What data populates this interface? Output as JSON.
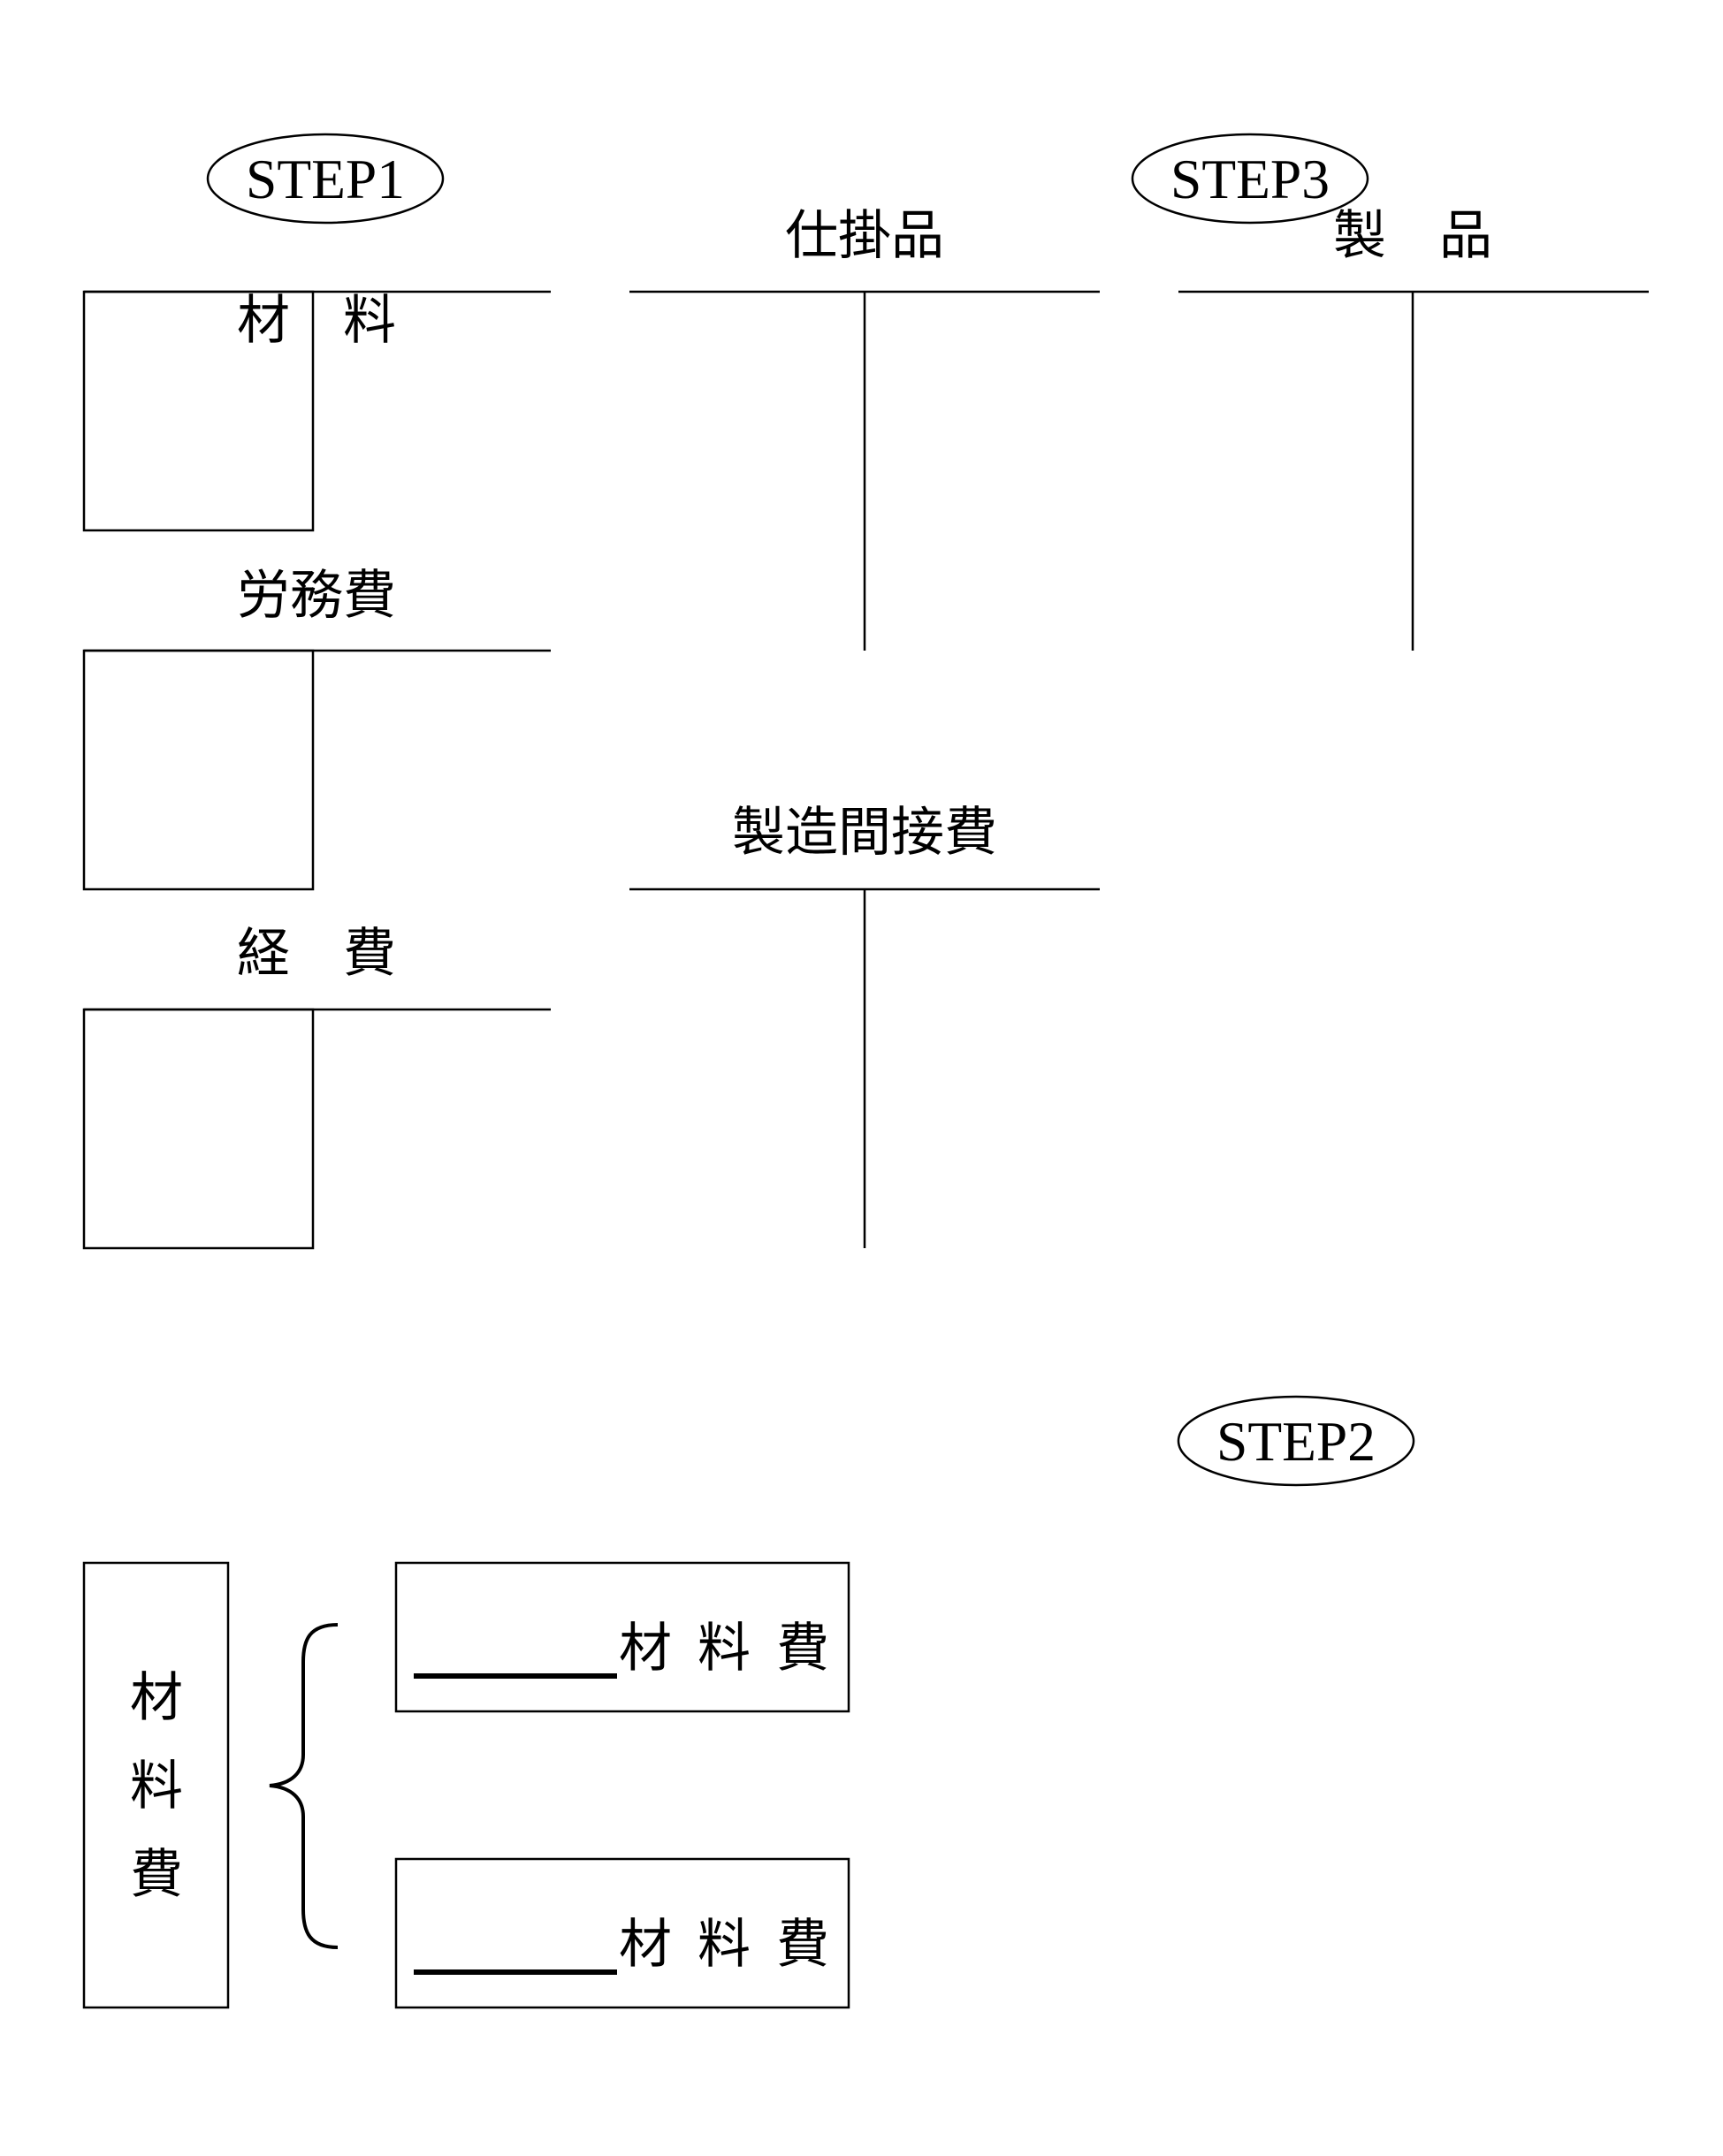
{
  "steps": {
    "step1": "STEP1",
    "step2": "STEP2",
    "step3": "STEP3"
  },
  "accounts": {
    "materials": "材　料",
    "labor": "労務費",
    "expenses": "経　費",
    "wip": "仕掛品",
    "finished_goods": "製　品",
    "overhead": "製造間接費"
  },
  "classification": {
    "root_chars": [
      "材",
      "料",
      "費"
    ],
    "branch_suffix": "材 料 費"
  }
}
